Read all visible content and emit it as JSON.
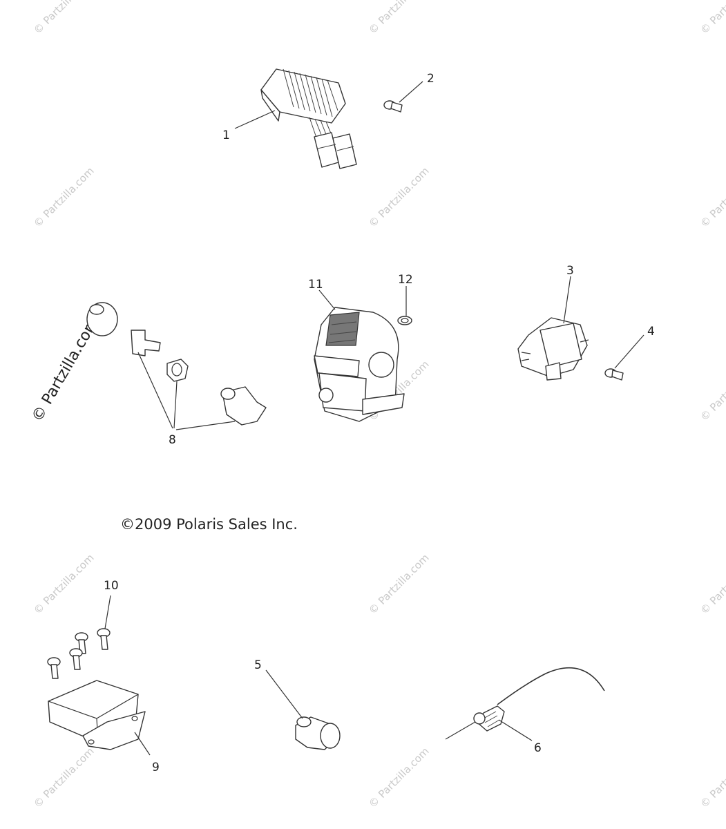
{
  "copyright": "©2009 Polaris Sales Inc.",
  "watermark_main": "© Partzilla.com",
  "watermark_tile": "© Partzilla.com",
  "callouts": {
    "c1": "1",
    "c2": "2",
    "c3": "3",
    "c4": "4",
    "c5": "5",
    "c6": "6",
    "c8": "8",
    "c9": "9",
    "c10": "10",
    "c11": "11",
    "c12": "12"
  }
}
